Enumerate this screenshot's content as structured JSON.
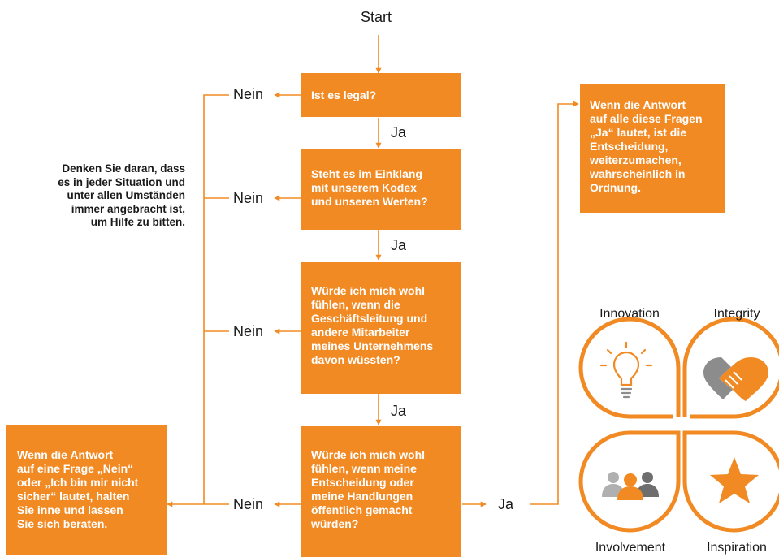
{
  "colors": {
    "accent": "#f28a24",
    "text": "#1a1a1a",
    "icon_gray": "#8c8c8c"
  },
  "flow": {
    "start": "Start",
    "questions": [
      "Ist es legal?",
      "Steht es im Einklang\nmit unserem Kodex\nund unseren Werten?",
      "Würde ich mich wohl\nfühlen, wenn die\nGeschäftsleitung und\nandere Mitarbeiter\nmeines Unternehmens\ndavon wüssten?",
      "Würde ich mich wohl\nfühlen, wenn meine\nEntscheidung oder\nmeine Handlungen\nöffentlich gemacht\nwürden?"
    ],
    "yes": "Ja",
    "no": "Nein",
    "result_yes": "Wenn die Antwort\nauf alle diese Fragen\n„Ja“ lautet, ist die\nEntscheidung,\nweiterzumachen,\nwahrscheinlich in\nOrdnung.",
    "result_no": "Wenn die Antwort\nauf eine Frage „Nein“\noder „Ich bin mir nicht\nsicher“ lautet, halten\nSie inne und lassen\nSie sich beraten."
  },
  "note": "Denken Sie daran, dass\nes in jeder Situation und\nunter allen Umständen\nimmer angebracht ist,\num Hilfe zu bitten.",
  "values": {
    "innovation": {
      "label": "Innovation",
      "icon": "lightbulb-icon"
    },
    "integrity": {
      "label": "Integrity",
      "icon": "handshake-icon"
    },
    "involvement": {
      "label": "Involvement",
      "icon": "people-icon"
    },
    "inspiration": {
      "label": "Inspiration",
      "icon": "star-icon"
    }
  }
}
